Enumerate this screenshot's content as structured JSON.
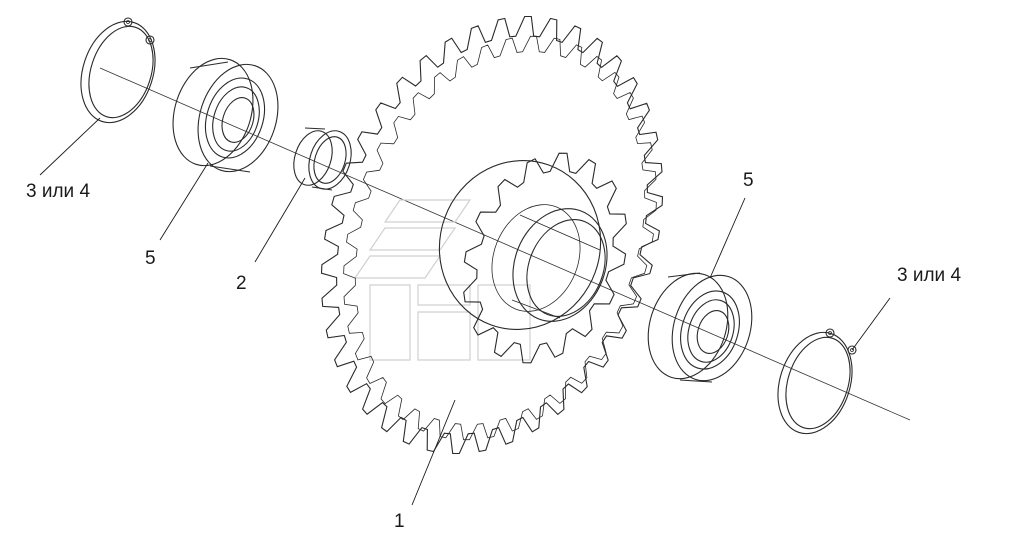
{
  "labels": {
    "retaining_ring_left": "3 или 4",
    "bearing_left": "5",
    "spacer_ring": "2",
    "sprocket": "1",
    "bearing_right": "5",
    "retaining_ring_right": "3 или 4"
  },
  "colors": {
    "line": "#2a2a2a",
    "background": "#ffffff",
    "watermark": "#d8d8d8"
  }
}
